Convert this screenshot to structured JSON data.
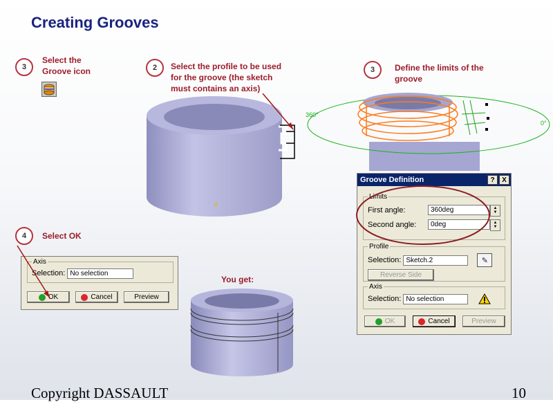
{
  "slide": {
    "title": "Creating Grooves",
    "footer_left": "Copyright DASSAULT",
    "footer_right": "10"
  },
  "steps": [
    {
      "number": "3",
      "text_lines": [
        "Select the",
        "Groove icon"
      ]
    },
    {
      "number": "2",
      "text_lines": [
        "Select the profile to be used",
        "for the groove (the sketch",
        "must contains an axis)"
      ]
    },
    {
      "number": "3",
      "text_lines": [
        "Define the limits of the",
        "groove"
      ]
    },
    {
      "number": "4",
      "text_lines": [
        "Select OK"
      ]
    }
  ],
  "you_get": "You get:",
  "model_labels": {
    "angle_left": "360°",
    "angle_right": "0°"
  },
  "small_dialog": {
    "axis_legend": "Axis",
    "selection_label": "Selection:",
    "selection_value": "No selection",
    "ok": "OK",
    "cancel": "Cancel",
    "preview": "Preview"
  },
  "groove_dialog": {
    "title": "Groove Definition",
    "help": "?",
    "close": "X",
    "limits_legend": "Limits",
    "first_angle_label": "First angle:",
    "first_angle_value": "360deg",
    "second_angle_label": "Second angle:",
    "second_angle_value": "0deg",
    "profile_legend": "Profile",
    "profile_selection_label": "Selection:",
    "profile_selection_value": "Sketch.2",
    "reverse_side": "Reverse Side",
    "axis_legend": "Axis",
    "axis_selection_label": "Selection:",
    "axis_selection_value": "No selection",
    "ok": "OK",
    "cancel": "Cancel",
    "preview": "Preview"
  },
  "colors": {
    "title": "#1a237e",
    "step_text": "#9b1d2a",
    "circle_border": "#b5343f",
    "part": "#a9a9cf",
    "dialog_bg": "#ece9d8",
    "titlebar": "#0a246a"
  }
}
